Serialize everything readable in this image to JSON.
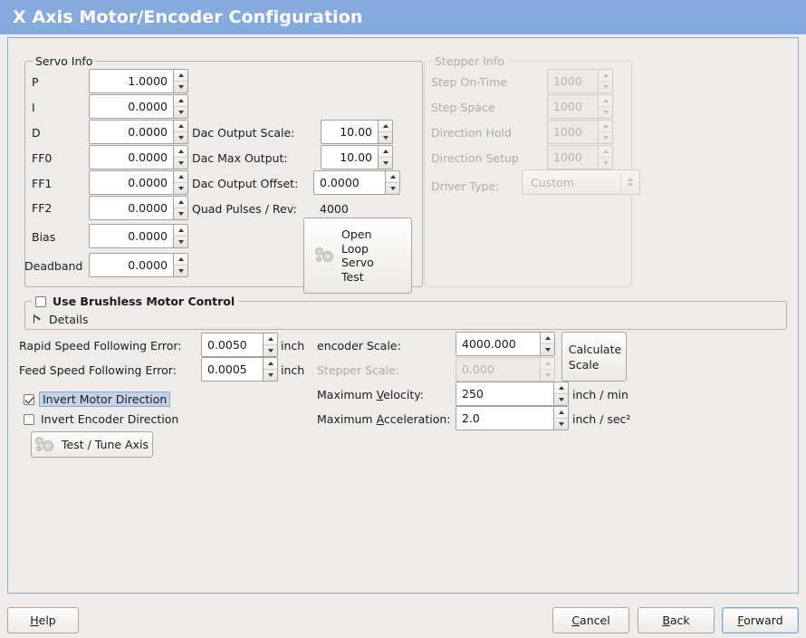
{
  "window": {
    "title": "X Axis Motor/Encoder Configuration"
  },
  "servo_info": {
    "legend": "Servo Info",
    "rows": [
      {
        "label": "P",
        "value": "1.0000"
      },
      {
        "label": "I",
        "value": "0.0000"
      },
      {
        "label": "D",
        "value": "0.0000"
      },
      {
        "label": "FF0",
        "value": "0.0000"
      },
      {
        "label": "FF1",
        "value": "0.0000"
      },
      {
        "label": "FF2",
        "value": "0.0000"
      },
      {
        "label": "Bias",
        "value": "0.0000"
      },
      {
        "label": "Deadband",
        "value": "0.0000"
      }
    ],
    "dac": [
      {
        "label": "Dac Output Scale:",
        "value": "10.00"
      },
      {
        "label": "Dac Max Output:",
        "value": "10.00"
      },
      {
        "label": "Dac Output Offset:",
        "value": "0.0000"
      }
    ],
    "quad_pulses_label": "Quad Pulses / Rev:",
    "quad_pulses_value": "4000",
    "open_loop_button": {
      "line1": "Open",
      "line2": "Loop",
      "line3": "Servo",
      "line4": "Test",
      "icon": "gears-icon"
    }
  },
  "stepper_info": {
    "legend": "Stepper Info",
    "enabled": false,
    "rows": [
      {
        "label": "Step On-Time",
        "value": "1000"
      },
      {
        "label": "Step Space",
        "value": "1000"
      },
      {
        "label": "Direction Hold",
        "value": "1000"
      },
      {
        "label": "Direction Setup",
        "value": "1000"
      }
    ],
    "driver_type_label": "Driver Type:",
    "driver_type_value": "Custom"
  },
  "brushless": {
    "checkbox_label": "Use Brushless Motor Control",
    "checked": false,
    "details_label": "Details"
  },
  "tuning": {
    "rapid_error_label": "Rapid Speed Following Error:",
    "rapid_error_value": "0.0050",
    "rapid_error_unit": "inch",
    "feed_error_label": "Feed Speed Following Error:",
    "feed_error_value": "0.0005",
    "feed_error_unit": "inch",
    "invert_motor_label": "Invert Motor Direction",
    "invert_motor_checked": true,
    "invert_encoder_label": "Invert Encoder Direction",
    "invert_encoder_checked": false,
    "test_tune_label": "Test / Tune Axis"
  },
  "scales": {
    "encoder_scale_label": "encoder Scale:",
    "encoder_scale_value": "4000.000",
    "stepper_scale_label": "Stepper Scale:",
    "stepper_scale_value": "0.000",
    "stepper_scale_enabled": false,
    "calculate_scale_line1": "Calculate",
    "calculate_scale_line2": "Scale",
    "max_velocity_label_pre": "Maximum ",
    "max_velocity_label_mn": "V",
    "max_velocity_label_post": "elocity:",
    "max_velocity_value": "250",
    "max_velocity_unit": "inch / min",
    "max_accel_label_pre": "Maximum ",
    "max_accel_label_mn": "A",
    "max_accel_label_post": "cceleration:",
    "max_accel_value": "2.0",
    "max_accel_unit": "inch / sec²"
  },
  "footer": {
    "help_mn": "H",
    "help_rest": "elp",
    "cancel_mn": "C",
    "cancel_rest": "ancel",
    "back_mn": "B",
    "back_rest": "ack",
    "forward_mn": "F",
    "forward_rest": "orward"
  },
  "colors": {
    "titlebar": "#87aade",
    "window_bg": "#edecea",
    "panel_border": "#8da9ce",
    "focus_highlight": "#c3d2e8",
    "disabled_text": "#aeaca8"
  }
}
